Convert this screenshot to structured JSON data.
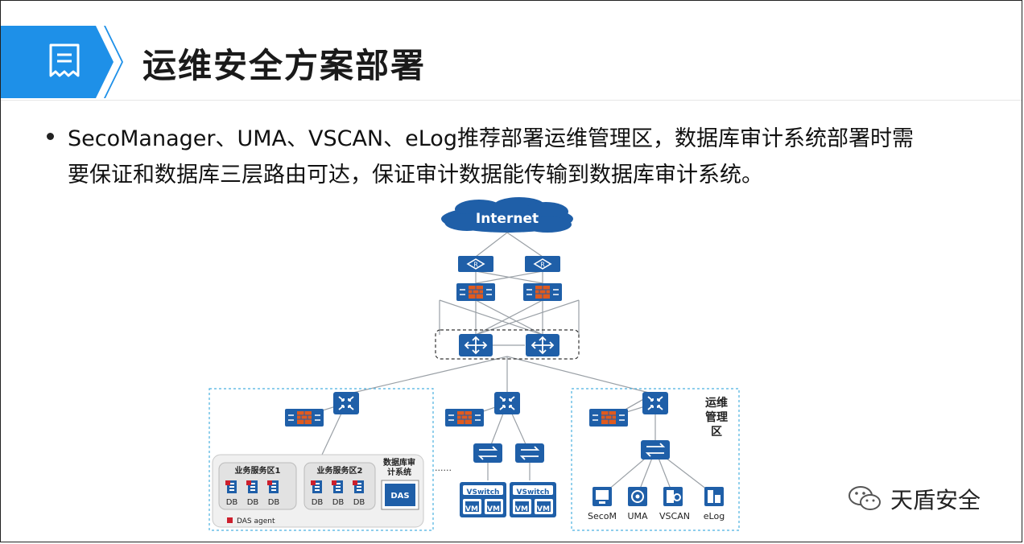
{
  "slide": {
    "title": "运维安全方案部署",
    "bullet_line1": "SecoManager、UMA、VSCAN、eLog推荐部署运维管理区，数据库审计系统部署时需",
    "bullet_line2": "要保证和数据库三层路由可达，保证审计数据能传输到数据库审计系统。"
  },
  "diagram": {
    "internet_label": "Internet",
    "zone_ops_line1": "运维",
    "zone_ops_line2": "管理区",
    "zone_ops_line2a": "管理",
    "zone_ops_line2b": "区",
    "biz_zone1": "业务服务区1",
    "biz_zone2": "业务服务区2",
    "db_label": "DB",
    "das_title_line1": "数据库审",
    "das_title_line2": "计系统",
    "das_box": "DAS",
    "das_agent_legend": "DAS agent",
    "ellipsis": "......",
    "vswitch_label": "VSwitch",
    "vm_label": "VM",
    "ops_devices": [
      "SecoM",
      "UMA",
      "VSCAN",
      "eLog"
    ]
  },
  "watermark": {
    "label": "天盾安全"
  },
  "colors": {
    "accent": "#1e90e8",
    "device_blue": "#1f5fa8",
    "firewall": "#e05a1e",
    "zone_border": "#4ab0e0",
    "das_red": "#cc1f2d"
  }
}
